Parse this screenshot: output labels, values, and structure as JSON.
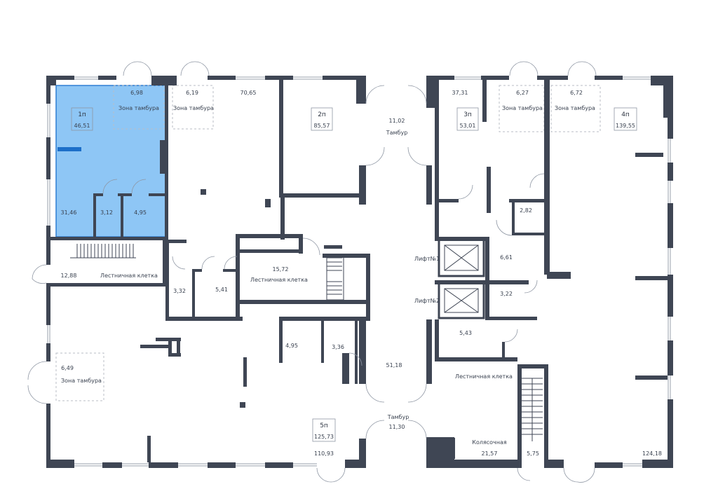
{
  "colors": {
    "wall": "#3f4654",
    "highlight": "#8ec6f5",
    "highlight_edge": "#2f7fd4",
    "text": "#3a4250",
    "dashed": "#b8bdc6"
  },
  "units": {
    "u1": {
      "name": "1п",
      "area": "46,51"
    },
    "u2": {
      "name": "2п",
      "area": "85,57"
    },
    "u3": {
      "name": "3п",
      "area": "53,01"
    },
    "u4": {
      "name": "4п",
      "area": "139,55"
    },
    "u5": {
      "name": "5п",
      "area": "125,73"
    }
  },
  "rooms": {
    "r698": "6,98",
    "zona1": "Зона тамбура",
    "r619": "6,19",
    "zona2": "Зона тамбура",
    "r7065": "70,65",
    "r3146": "31,46",
    "r312": "3,12",
    "r495a": "4,95",
    "r1288": "12,88",
    "stair1": "Лестничная клетка",
    "r332": "3,32",
    "r541": "5,41",
    "r1572": "15,72",
    "stair2": "Лестничная клетка",
    "r1102": "11,02",
    "tambur1": "Тамбур",
    "r3731": "37,31",
    "r627": "6,27",
    "zona3": "Зона тамбура",
    "r672": "6,72",
    "zona4": "Зона тамбура",
    "r282": "2,82",
    "r661": "6,61",
    "r322": "3,22",
    "r543": "5,43",
    "lift1": "Лифт№1",
    "lift2": "Лифт№2",
    "r649": "6,49",
    "zona5": "Зона тамбура",
    "r495b": "4,95",
    "r336": "3,36",
    "r5118": "51,18",
    "tambur2": "Тамбур",
    "r1130": "11,30",
    "r11093": "110,93",
    "stair3": "Лестничная клетка",
    "kol": "Колясочная",
    "r2157": "21,57",
    "r575": "5,75",
    "r12418": "124,18"
  }
}
